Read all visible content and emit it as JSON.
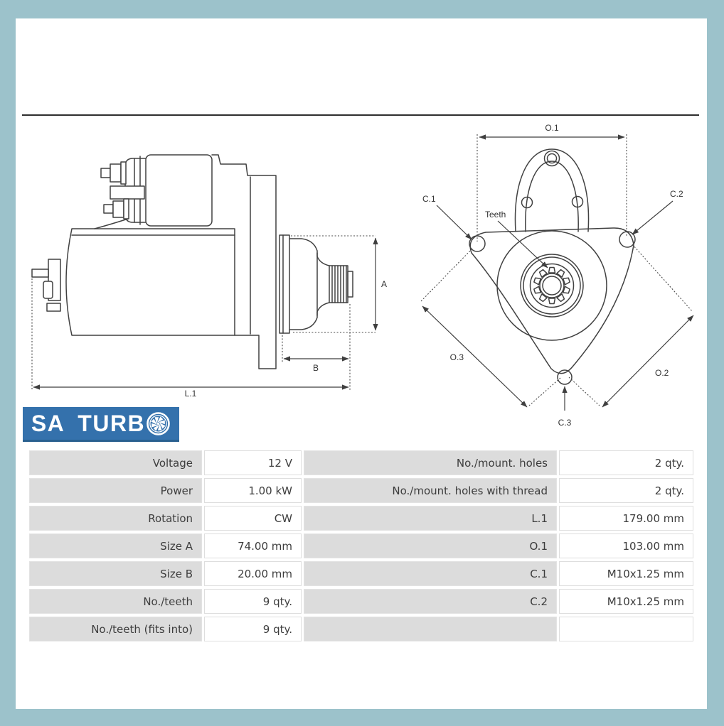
{
  "page": {
    "frame_color": "#9cc2cb",
    "content_background": "#ffffff"
  },
  "logo": {
    "part1": "SA",
    "part2": "TURB",
    "background": "#3471ac",
    "icon": "turbo-fan-icon"
  },
  "diagram": {
    "side_view_labels": {
      "a": "A",
      "b": "B",
      "l1": "L.1"
    },
    "front_view_labels": {
      "o1": "O.1",
      "o2": "O.2",
      "o3": "O.3",
      "c1": "C.1",
      "c2": "C.2",
      "c3": "C.3",
      "teeth": "Teeth"
    }
  },
  "spec_table": {
    "left_rows": [
      {
        "label": "Voltage",
        "value": "12 V"
      },
      {
        "label": "Power",
        "value": "1.00 kW"
      },
      {
        "label": "Rotation",
        "value": "CW"
      },
      {
        "label": "Size A",
        "value": "74.00 mm"
      },
      {
        "label": "Size B",
        "value": "20.00 mm"
      },
      {
        "label": "No./teeth",
        "value": "9 qty."
      },
      {
        "label": "No./teeth (fits into)",
        "value": "9 qty."
      }
    ],
    "right_rows": [
      {
        "label": "No./mount. holes",
        "value": "2 qty."
      },
      {
        "label": "No./mount. holes with thread",
        "value": "2 qty."
      },
      {
        "label": "L.1",
        "value": "179.00 mm"
      },
      {
        "label": "O.1",
        "value": "103.00 mm"
      },
      {
        "label": "C.1",
        "value": "M10x1.25 mm"
      },
      {
        "label": "C.2",
        "value": "M10x1.25 mm"
      },
      {
        "label": "",
        "value": ""
      }
    ]
  }
}
